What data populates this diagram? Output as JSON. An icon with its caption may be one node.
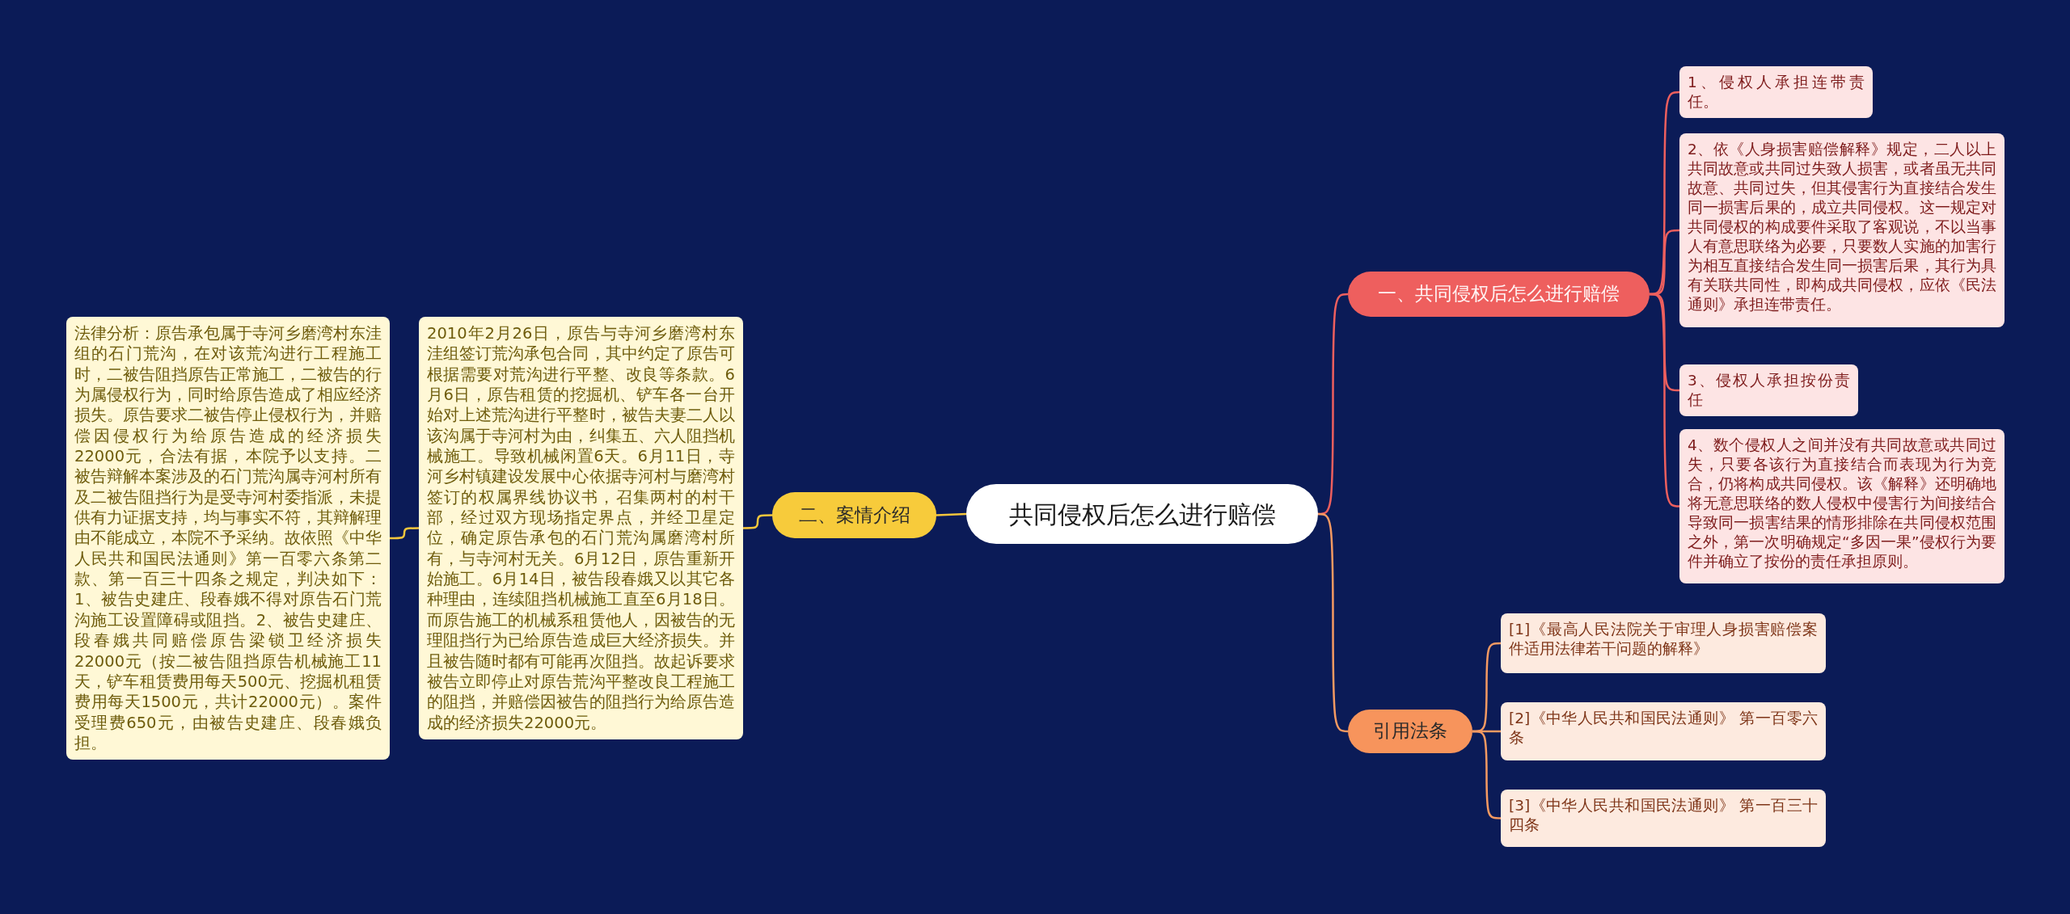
{
  "diagram": {
    "nodes": [
      {
        "text": [
          "共同侵权后怎么进行赔偿"
        ]
      },
      {
        "text": [
          "二、案情介绍"
        ]
      },
      {
        "text": [
          "2010年2月26日，原告与寺河乡磨湾村东洼组签订荒沟承包合同，其中约定了原告可根据需要对荒沟进行平整、改良等条款。6月6日，原告租赁的挖掘机、铲车各一台开始对上述荒沟进行平整时，被告夫妻二人以该沟属于寺河村为由，纠集五、六人阻挡机械施工。导致机械闲置6天。6月11日，寺河乡村镇建设发展中心依据寺河村与磨湾村签订的权属界线协议书，召集两村的村干部，经过双方现场指定界点，并经卫星定位，确定原告承包的石门荒沟属磨湾村所有，与寺河村无关。6月12日，原告重新开始施工。6月14日，被告段春娥又以其它各种理由，连续阻挡机械施工直至6月18日。而原告施工的机械系租赁他人，因被告的无理阻挡行为已给原告造成巨大经济损失。并且被告随时都有可能再次阻挡。故起诉要求被告立即停止对原告荒沟平整改良工程施工的阻挡，并赔偿因被告的阻挡行为给原告造成的经济损失22000元。"
        ]
      },
      {
        "text": [
          "法律分析：原告承包属于寺河乡磨湾村东洼组的石门荒沟，在对该荒沟进行工程施工时，二被告阻挡原告正常施工，二被告的行为属侵权行为，同时给原告造成了相应经济损失。原告要求二被告停止侵权行为，并赔偿因侵权行为给原告造成的经济损失22000元，合法有据，本院予以支持。二被告辩解本案涉及的石门荒沟属寺河村所有及二被告阻挡行为是受寺河村委指派，未提供有力证据支持，均与事实不符，其辩解理由不能成立，本院不予采纳。故依照《中华人民共和国民法通则》第一百零六条第二款、第一百三十四条之规定，判决如下：1、被告史建庄、段春娥不得对原告石门荒沟施工设置障碍或阻挡。2、被告史建庄、段春娥共同赔偿原告梁锁卫经济损失22000元（按二被告阻挡原告机械施工11天，铲车租赁费用每天500元、挖掘机租赁费用每天1500元，共计22000元）。案件受理费650元，由被告史建庄、段春娥负担。"
        ]
      },
      {
        "text": [
          "一、共同侵权后怎么进行赔偿"
        ]
      },
      {
        "text": [
          "1、侵权人承担连带责任。"
        ]
      },
      {
        "text": [
          "2、依《人身损害赔偿解释》规定，二人以上共同故意或共同过失致人损害，或者虽无共同故意、共同过失，但其侵害行为直接结合发生同一损害后果的，成立共同侵权。这一规定对共同侵权的构成要件采取了客观说，不以当事人有意思联络为必要，只要数人实施的加害行为相互直接结合发生同一损害后果，其行为具有关联共同性，即构成共同侵权，应依《民法通则》承担连带责任。"
        ]
      },
      {
        "text": [
          "3、侵权人承担按份责任"
        ]
      },
      {
        "text": [
          "4、数个侵权人之间并没有共同故意或共同过失，只要各该行为直接结合而表现为行为竞合，仍将构成共同侵权。该《解释》还明确地将无意思联络的数人侵权中侵害行为间接结合导致同一损害结果的情形排除在共同侵权范围之外，第一次明确规定“多因一果”侵权行为要件并确立了按份的责任承担原则。"
        ]
      },
      {
        "text": [
          "引用法条"
        ]
      },
      {
        "text": [
          "[1]《最高人民法院关于审理人身损害赔偿案件适用法律若干问题的解释》"
        ]
      },
      {
        "text": [
          "[2]《中华人民共和国民法通则》 第一百零六条"
        ]
      },
      {
        "text": [
          "[3]《中华人民共和国民法通则》 第一百三十四条"
        ]
      }
    ],
    "edges": [
      {
        "from": 0,
        "to": 1,
        "arrow": "none",
        "color": "#f5c63c"
      },
      {
        "from": 1,
        "to": 2,
        "arrow": "none",
        "color": "#f5c63c"
      },
      {
        "from": 2,
        "to": 3,
        "arrow": "none",
        "color": "#f5c63c"
      },
      {
        "from": 0,
        "to": 4,
        "arrow": "none"
      },
      {
        "from": 4,
        "to": 5,
        "arrow": "none"
      },
      {
        "from": 4,
        "to": 6,
        "arrow": "none"
      },
      {
        "from": 4,
        "to": 7,
        "arrow": "none"
      },
      {
        "from": 4,
        "to": 8,
        "arrow": "none"
      },
      {
        "from": 0,
        "to": 9,
        "arrow": "none",
        "color": "#f59a62"
      },
      {
        "from": 9,
        "to": 10,
        "arrow": "none",
        "color": "#f59a62"
      },
      {
        "from": 9,
        "to": 11,
        "arrow": "none",
        "color": "#f59a62"
      },
      {
        "from": 9,
        "to": 12,
        "arrow": "none",
        "color": "#f59a62"
      }
    ]
  }
}
